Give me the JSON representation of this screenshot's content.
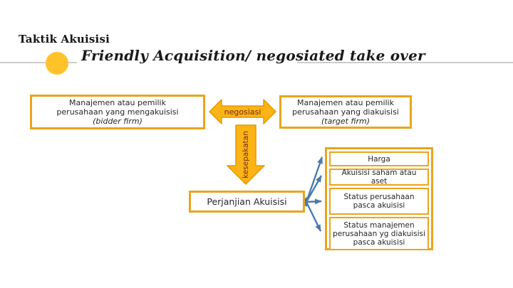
{
  "slide": {
    "title": "Taktik Akuisisi",
    "subtitle": "Friendly Acquisition/ negosiated take over"
  },
  "diagram": {
    "bidder_box": {
      "line1": "Manajemen atau pemilik",
      "line2": "perusahaan yang mengakuisisi",
      "line3": "(bidder firm)"
    },
    "negotiation_arrow_label": "negosiasi",
    "target_box": {
      "line1": "Manajemen atau pemilik",
      "line2": "perusahaan yang diakuisisi",
      "line3": "(target firm)"
    },
    "agreement_arrow_label": "kesepakatan",
    "agreement_box_label": "Perjanjian Akuisisi",
    "outcome_items": [
      "Harga",
      "Akuisisi saham atau aset",
      "Status perusahaan pasca akuisisi",
      "Status manajemen perusahaan yg diakuisisi pasca akuisisi"
    ]
  },
  "colors": {
    "gold_border": "#eaa41d",
    "gold_fill": "#fcb316",
    "accent_circle": "#fec32b",
    "blue_arrow": "#4a7bad",
    "label_maroon": "#6e2b20",
    "rule_gray": "#cccccc"
  }
}
